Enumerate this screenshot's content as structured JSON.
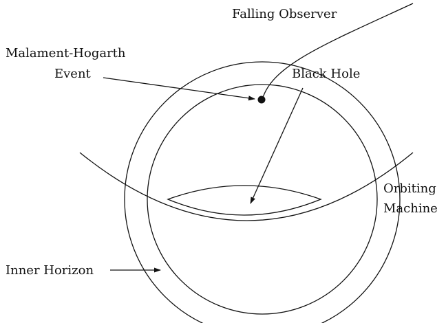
{
  "labels": {
    "falling_observer": "Falling Observer",
    "mh_event_line1": "Malament-Hogarth",
    "mh_event_line2": "Event",
    "black_hole": "Black Hole",
    "orbiting_line1": "Orbiting",
    "orbiting_line2": "Machine",
    "inner_horizon": "Inner Horizon"
  },
  "colors": {
    "ink": "#111111",
    "background": "#ffffff"
  }
}
